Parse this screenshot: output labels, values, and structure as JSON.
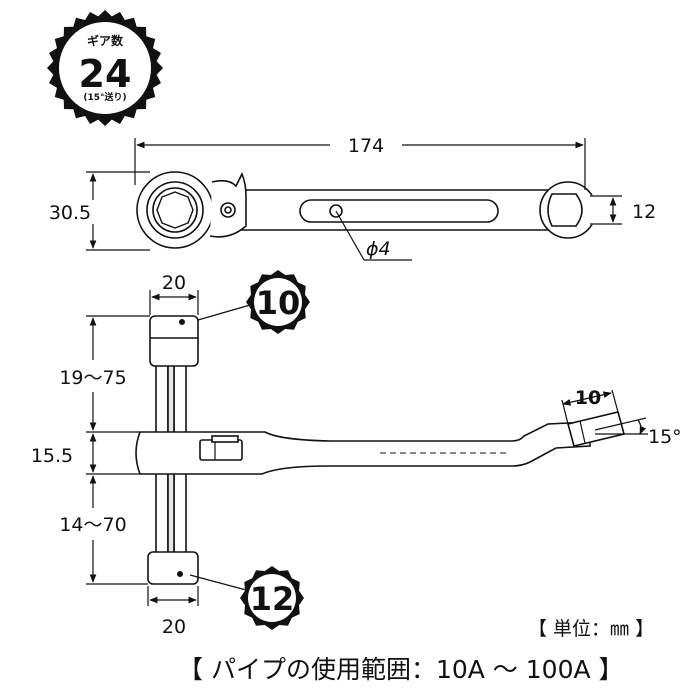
{
  "gear_badge": {
    "title": "ギア数",
    "count": "24",
    "subtitle": "(15°送り)"
  },
  "dimensions": {
    "length": "174",
    "height": "30.5",
    "head_width": "12",
    "hole": "ϕ4",
    "socket_top_width": "20",
    "socket_top_range": "19〜75",
    "body_thickness": "15.5",
    "socket_bottom_range": "14〜70",
    "socket_bottom_width": "20",
    "head_thickness": "10",
    "offset_angle": "15°"
  },
  "size_badges": {
    "top": "10",
    "bottom": "12"
  },
  "notes": {
    "unit": "【 単位：㎜ 】",
    "pipe_range": "【 パイプの使用範囲：10A 〜 100A 】"
  }
}
